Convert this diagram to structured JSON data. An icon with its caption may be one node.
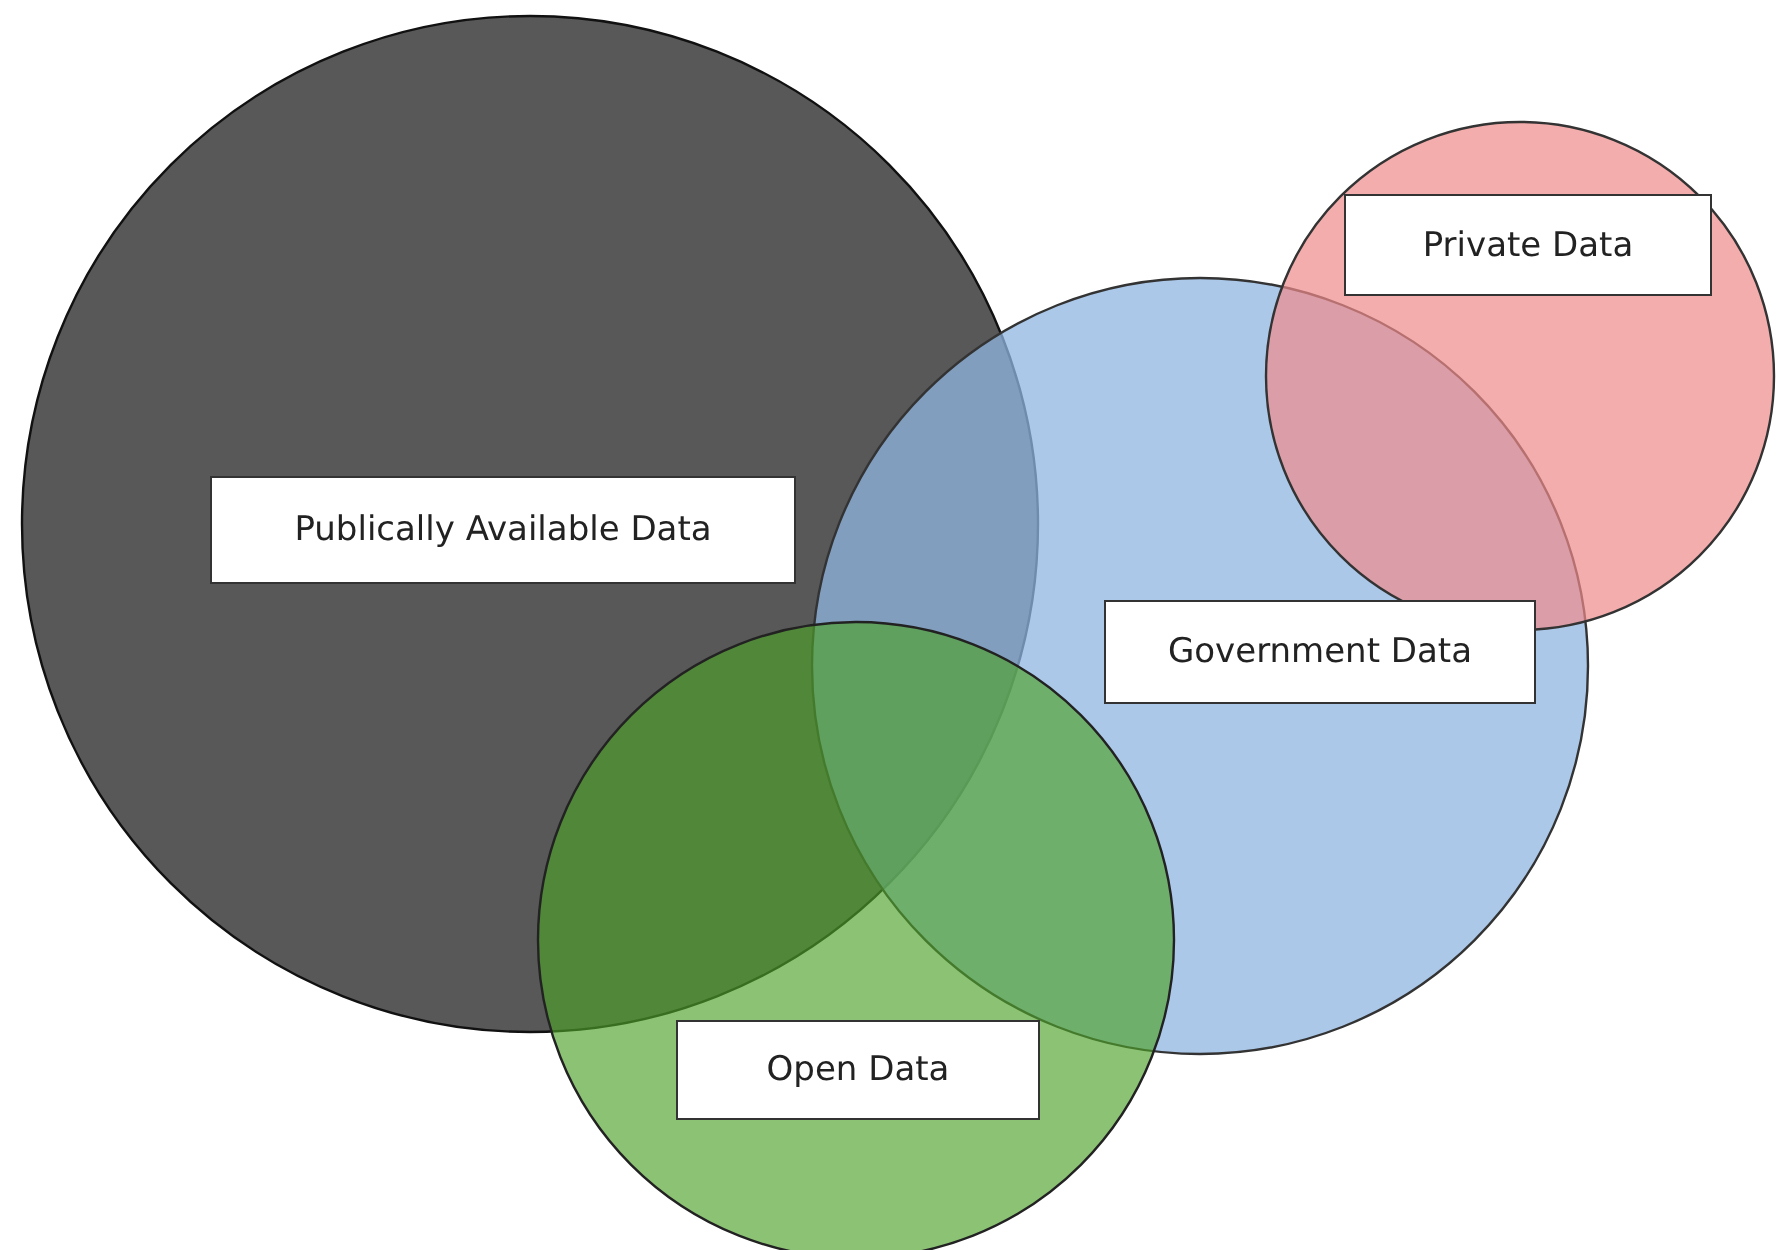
{
  "diagram": {
    "nodes": [
      {
        "text": [
          "Publically Available Data"
        ]
      },
      {
        "text": [
          "Government Data"
        ]
      },
      {
        "text": [
          "Private Data"
        ]
      },
      {
        "text": [
          "Open Data"
        ]
      }
    ]
  }
}
